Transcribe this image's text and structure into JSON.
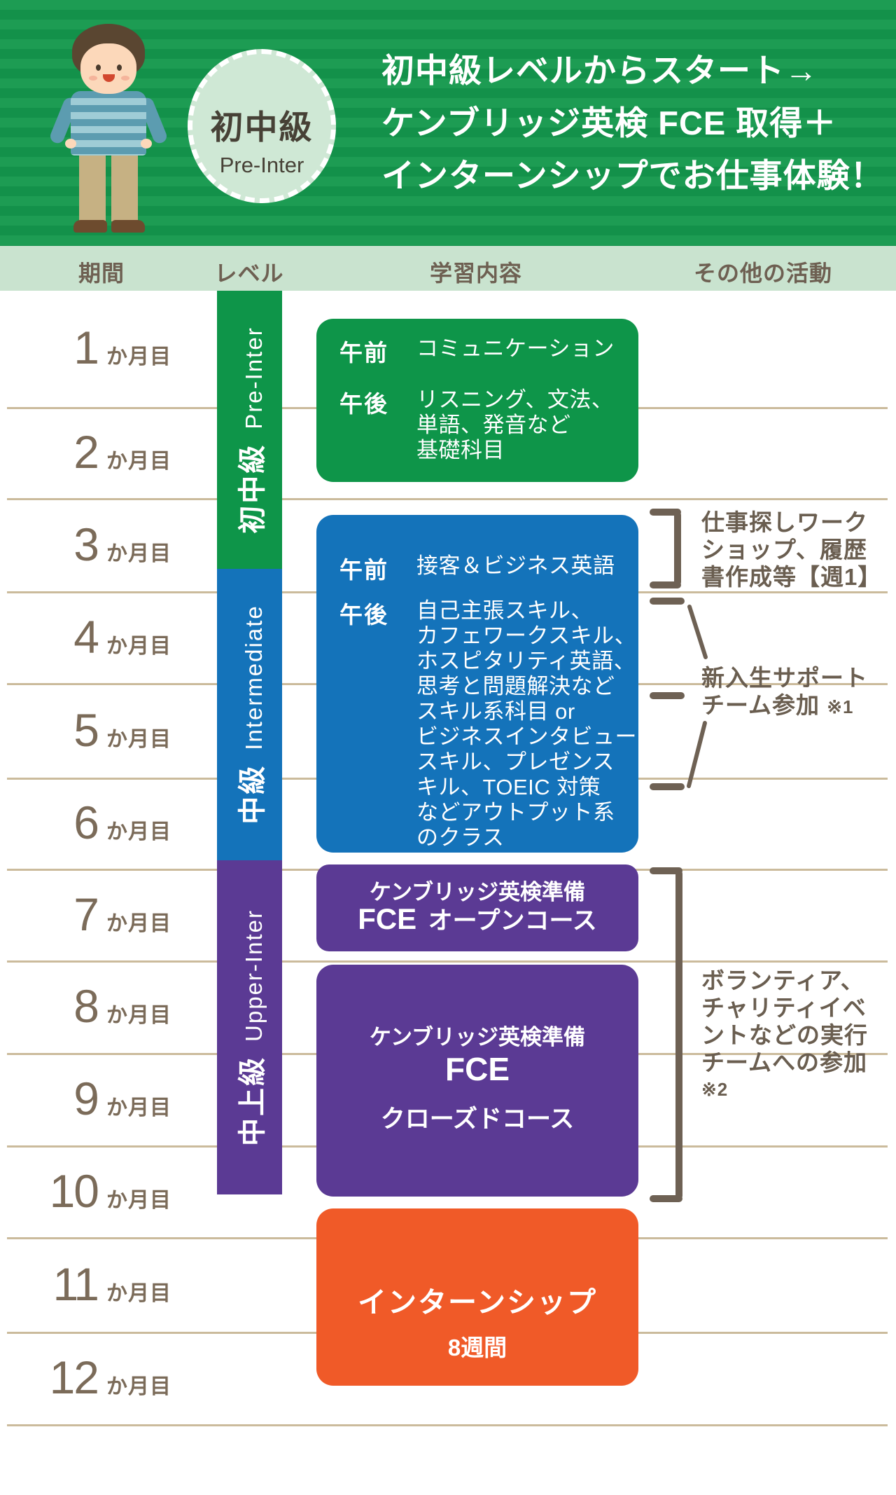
{
  "banner": {
    "badge": {
      "level": "初中級",
      "sub": "Pre-Inter"
    },
    "title_lines": [
      "初中級レベルからスタート→",
      "ケンブリッジ英検 FCE 取得＋",
      "インターンシップでお仕事体験！"
    ]
  },
  "columns": [
    "期間",
    "レベル",
    "学習内容",
    "その他の活動"
  ],
  "month_suffix": "か月目",
  "months": [
    "1",
    "2",
    "3",
    "4",
    "5",
    "6",
    "7",
    "8",
    "9",
    "10",
    "11",
    "12"
  ],
  "levels": [
    {
      "jp": "初中級",
      "en": "Pre-Inter",
      "color": "#0e9549"
    },
    {
      "jp": "中級",
      "en": "Intermediate",
      "color": "#1473ba"
    },
    {
      "jp": "中上級",
      "en": "Upper-Inter",
      "color": "#5b3a94"
    }
  ],
  "boxes": {
    "box1": {
      "am_label": "午前",
      "am_text": "コミュニケーション",
      "pm_label": "午後",
      "pm_lines": [
        "リスニング、文法、",
        "単語、発音など",
        "基礎科目"
      ]
    },
    "box2": {
      "am_label": "午前",
      "am_text": "接客＆ビジネス英語",
      "pm_label": "午後",
      "pm_lines": [
        "自己主張スキル、",
        "カフェワークスキル、",
        "ホスピタリティ英語、",
        "思考と問題解決など",
        "スキル系科目 or",
        "ビジネスインタビュー",
        "スキル、プレゼンス",
        "キル、TOEIC 対策",
        "などアウトプット系",
        "のクラス"
      ]
    },
    "box3": {
      "top": "ケンブリッジ英検準備",
      "fce": "FCE",
      "rest": "オープンコース"
    },
    "box4": {
      "top": "ケンブリッジ英検準備",
      "fce": "FCE",
      "rest": "クローズドコース"
    },
    "box5": {
      "title": "インターンシップ",
      "sub": "8週間"
    }
  },
  "annotations": {
    "a1": {
      "lines": [
        "仕事探しワーク",
        "ショップ、履歴",
        "書作成等【週1】"
      ]
    },
    "a2": {
      "line1": "新入生サポート",
      "line2": "チーム参加",
      "note": "※1"
    },
    "a3": {
      "lines": [
        "ボランティア、",
        "チャリティイベ",
        "ントなどの実行",
        "チームへの参加"
      ],
      "note": "※2"
    }
  },
  "colors": {
    "green": "#0e9549",
    "blue": "#1473ba",
    "purple": "#5b3a94",
    "orange": "#f05a28",
    "banner_light": "#1d9c53",
    "banner_dark": "#13914a",
    "header_band": "#c9e3cf",
    "line": "#cbbb9c",
    "text_brown": "#7b6b59",
    "annotation": "#6e6154"
  }
}
